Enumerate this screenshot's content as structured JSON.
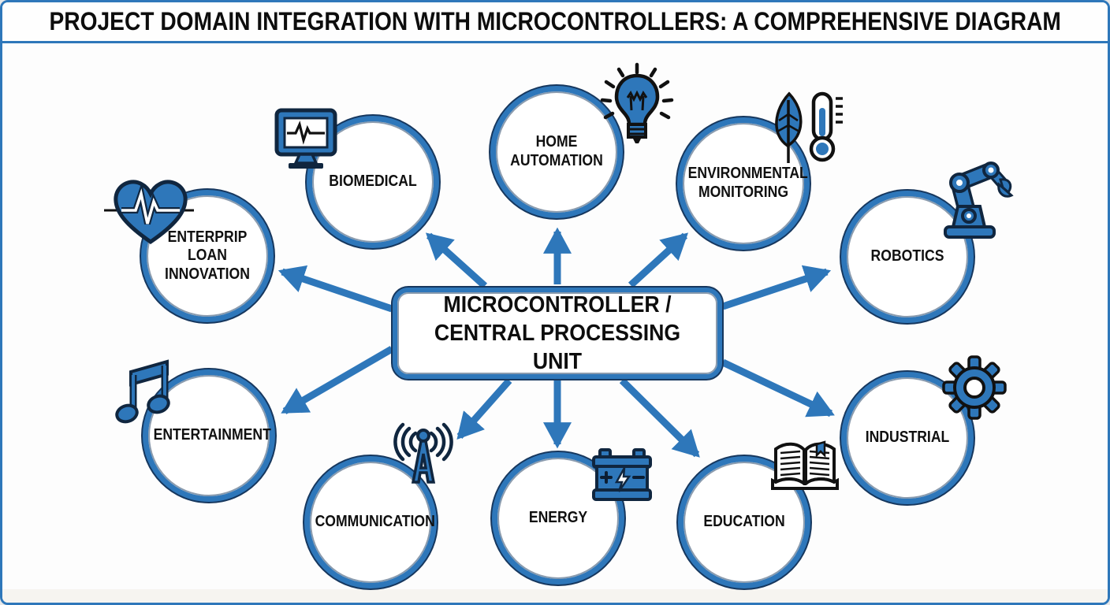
{
  "title": "PROJECT DOMAIN INTEGRATION WITH MICROCONTROLLERS: A COMPREHENSIVE DIAGRAM",
  "center": {
    "label": "MICROCONTROLLER /\nCENTRAL PROCESSING UNIT"
  },
  "colors": {
    "primary_blue": "#2e77ba",
    "dark_navy": "#16375e",
    "icon_outline_black": "#111111",
    "text_black": "#0d0d0d"
  },
  "nodes": [
    {
      "id": "biomedical",
      "label": "BIOMEDICAL",
      "icon": "medical-monitor-icon"
    },
    {
      "id": "home-automation",
      "label": "HOME\nAUTOMATION",
      "icon": "lightbulb-icon"
    },
    {
      "id": "environmental-monitoring",
      "label": "ENVIRONMENTAL\nMONITORING",
      "icon": "leaf-thermometer-icon"
    },
    {
      "id": "robotics",
      "label": "ROBOTICS",
      "icon": "robot-arm-icon"
    },
    {
      "id": "enterprip-loan-innovation",
      "label": "ENTERPRIP\nLOAN\nINNOVATION",
      "icon": "heart-pulse-icon"
    },
    {
      "id": "entertainment",
      "label": "ENTERTAINMENT",
      "icon": "music-note-icon"
    },
    {
      "id": "communication",
      "label": "COMMUNICATION",
      "icon": "antenna-icon"
    },
    {
      "id": "energy",
      "label": "ENERGY",
      "icon": "battery-icon"
    },
    {
      "id": "education",
      "label": "EDUCATION",
      "icon": "open-book-icon"
    },
    {
      "id": "industrial",
      "label": "INDUSTRIAL",
      "icon": "gear-icon"
    }
  ]
}
